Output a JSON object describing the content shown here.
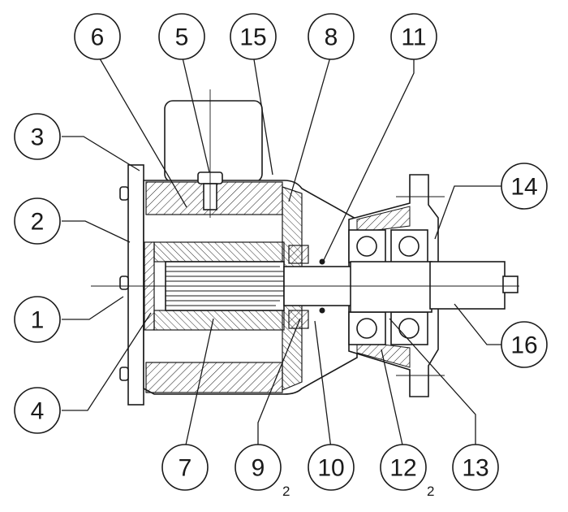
{
  "callouts": [
    {
      "id": "1",
      "label": "1"
    },
    {
      "id": "2",
      "label": "2"
    },
    {
      "id": "3",
      "label": "3"
    },
    {
      "id": "4",
      "label": "4"
    },
    {
      "id": "5",
      "label": "5"
    },
    {
      "id": "6",
      "label": "6"
    },
    {
      "id": "7",
      "label": "7"
    },
    {
      "id": "8",
      "label": "8"
    },
    {
      "id": "9",
      "label": "9"
    },
    {
      "id": "10",
      "label": "10"
    },
    {
      "id": "11",
      "label": "11"
    },
    {
      "id": "12",
      "label": "12"
    },
    {
      "id": "13",
      "label": "13"
    },
    {
      "id": "14",
      "label": "14"
    },
    {
      "id": "15",
      "label": "15"
    },
    {
      "id": "16",
      "label": "16"
    }
  ],
  "quantities": {
    "part_9": "2",
    "part_12": "2"
  }
}
